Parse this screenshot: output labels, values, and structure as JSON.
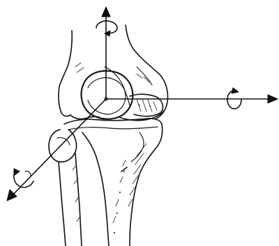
{
  "figure": {
    "axes": {
      "vertical": {
        "has_rotation_marker": true
      },
      "horizontal": {
        "has_rotation_marker": true
      },
      "oblique": {
        "has_rotation_marker": true
      }
    },
    "bones": [
      "femur",
      "patella",
      "tibia",
      "fibula"
    ],
    "ink_color": "#1a1a1a",
    "background_color": "#ffffff"
  }
}
